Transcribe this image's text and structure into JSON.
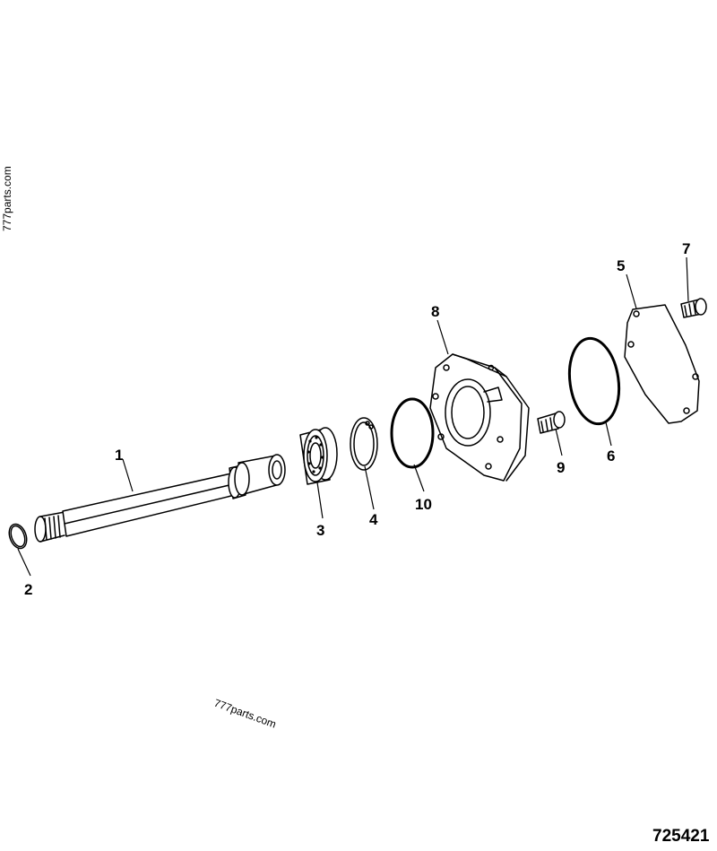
{
  "callouts": {
    "c1": "1",
    "c2": "2",
    "c3": "3",
    "c4": "4",
    "c5": "5",
    "c6": "6",
    "c7": "7",
    "c8": "8",
    "c9": "9",
    "c10": "10"
  },
  "watermark_side": "777parts.com",
  "watermark_bottom": "777parts.com",
  "drawing_ref": "725421"
}
